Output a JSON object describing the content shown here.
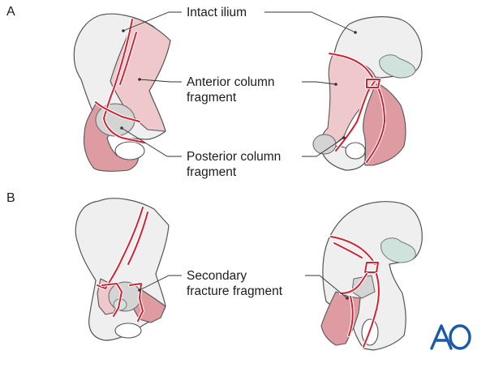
{
  "panels": [
    {
      "letter": "A"
    },
    {
      "letter": "B"
    }
  ],
  "labels": {
    "intact_ilium": "Intact ilium",
    "anterior_column_1": "Anterior column",
    "anterior_column_2": "fragment",
    "posterior_column_1": "Posterior column",
    "posterior_column_2": "fragment",
    "secondary_1": "Secondary",
    "secondary_2": "fracture fragment"
  },
  "logo": {
    "text": "AO",
    "color": "#1a5aa8"
  },
  "colors": {
    "bone": "#efefef",
    "fragment": "#eec8cb",
    "fragment_dark": "#de9ca2",
    "fracture_line": "#d42030",
    "cartilage": "#cfe3dc"
  }
}
